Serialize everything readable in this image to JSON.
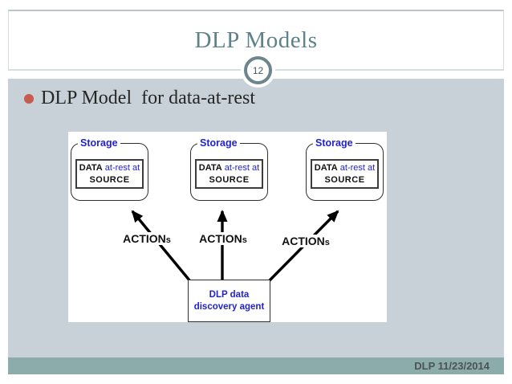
{
  "header": {
    "title": "DLP Models",
    "page_number": "12"
  },
  "body": {
    "bullet_text": "DLP Model  for data-at-rest"
  },
  "diagram": {
    "storage_boxes": [
      {
        "group_label": "Storage",
        "line1_bold": "DATA",
        "line1_blue": "at-rest at",
        "line2_bold": "SOURCE"
      },
      {
        "group_label": "Storage",
        "line1_bold": "DATA",
        "line1_blue": "at-rest at",
        "line2_bold": "SOURCE"
      },
      {
        "group_label": "Storage",
        "line1_bold": "DATA",
        "line1_blue": "at-rest at",
        "line2_bold": "SOURCE"
      }
    ],
    "action_labels": [
      {
        "main": "ACTION",
        "suffix": "s"
      },
      {
        "main": "ACTION",
        "suffix": "s"
      },
      {
        "main": "ACTION",
        "suffix": "s"
      }
    ],
    "agent": {
      "line1": "DLP data",
      "line2": "discovery agent"
    }
  },
  "footer": {
    "text": "DLP 11/23/2014"
  },
  "colors": {
    "title_teal": "#5d828b",
    "content_bg": "#c8d1d7",
    "footer_bg": "#8bacaa",
    "diagram_blue": "#2222cf",
    "bullet_accent": "#c65b4e",
    "badge_ring": "#6d858c",
    "arrow_black": "#000000"
  }
}
